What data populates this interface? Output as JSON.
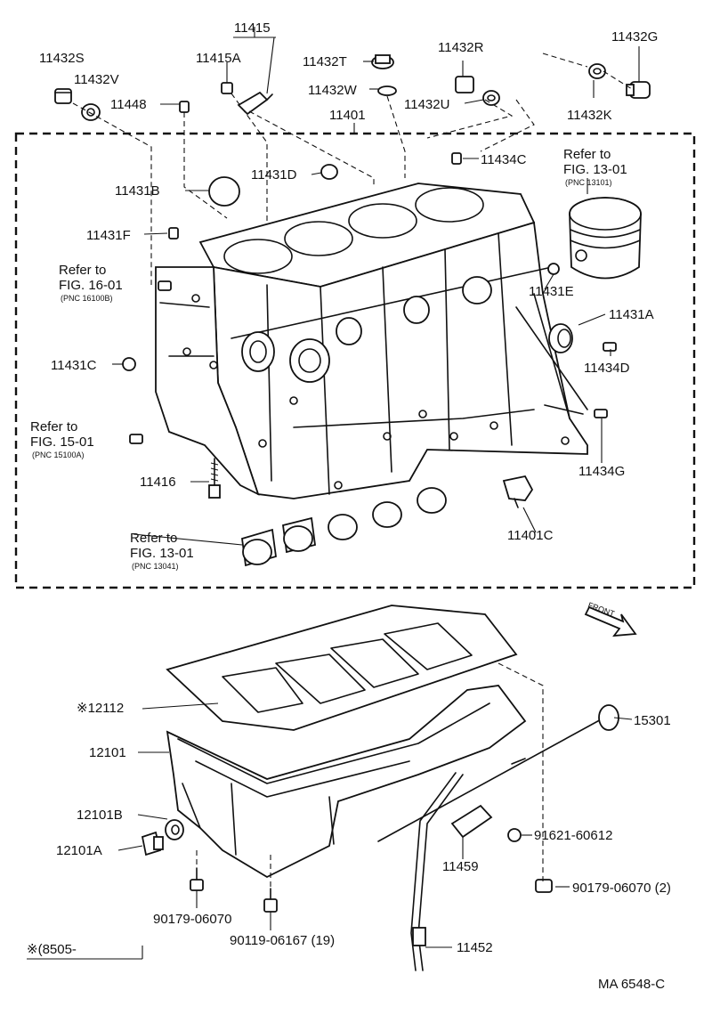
{
  "diagram": {
    "code": "MA 6548-C",
    "front_label": "FRONT",
    "footnote": "※(8505-",
    "parts": {
      "p11415": "11415",
      "p11415A": "11415A",
      "p11432S": "11432S",
      "p11432V": "11432V",
      "p11448": "11448",
      "p11432T": "11432T",
      "p11432W": "11432W",
      "p11432R": "11432R",
      "p11432U": "11432U",
      "p11432G": "11432G",
      "p11432K": "11432K",
      "p11401": "11401",
      "p11431D": "11431D",
      "p11434C": "11434C",
      "p11431B": "11431B",
      "p11431F": "11431F",
      "p11431E": "11431E",
      "p11431A": "11431A",
      "p11431C": "11431C",
      "p11434D": "11434D",
      "p11434G": "11434G",
      "p11416": "11416",
      "p11401C": "11401C",
      "p12112": "※12112",
      "p15301": "15301",
      "p12101": "12101",
      "p12101B": "12101B",
      "p12101A": "12101A",
      "p91621": "91621-60612",
      "p11459": "11459",
      "p90179a": "90179-06070 (2)",
      "p90179b": "90179-06070",
      "p90119": "90119-06167 (19)",
      "p11452": "11452"
    },
    "refs": {
      "r1_line1": "Refer to",
      "r1_line2": "FIG. 13-01",
      "r1_pnc": "(PNC 13101)",
      "r2_line1": "Refer to",
      "r2_line2": "FIG. 16-01",
      "r2_pnc": "(PNC 16100B)",
      "r3_line1": "Refer to",
      "r3_line2": "FIG. 15-01",
      "r3_pnc": "(PNC 15100A)",
      "r4_line1": "Refer to",
      "r4_line2": "FIG. 13-01",
      "r4_pnc": "(PNC 13041)"
    }
  }
}
